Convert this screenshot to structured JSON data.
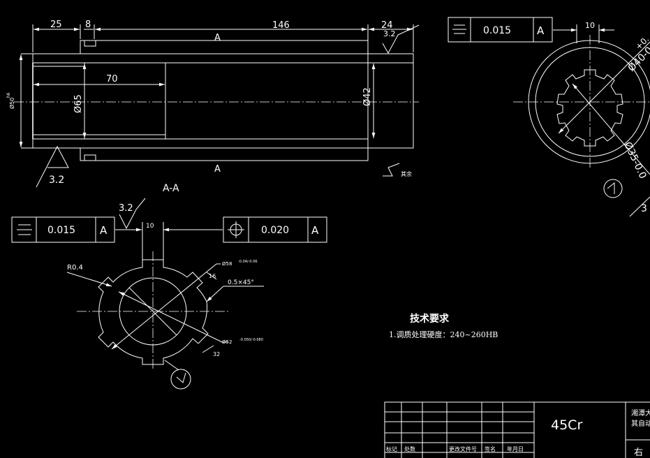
{
  "drawing": {
    "dims": {
      "d25": "25",
      "d8": "8",
      "d146": "146",
      "d24": "24",
      "d70": "70",
      "dia65": "Ø65",
      "dia42": "Ø42",
      "dia50": "Ø50",
      "dia50_tol": "h6",
      "d10_section": "10",
      "d10_right": "10",
      "r04": "R0.4",
      "chamfer": "0.5×45°",
      "dia58": "Ø58",
      "dia58_tol": "-0.04/-0.06",
      "dia52": "Ø52",
      "dia52_tol": "-0.050/-0.080",
      "d16": "16",
      "d32": "32",
      "right_dia40": "Ø40-0",
      "right_plus": "+0.",
      "right_dia35": "Ø35-0.0",
      "right_3": "3"
    },
    "labels": {
      "section_a_top": "A",
      "section_a_bottom": "A",
      "section_title": "A-A",
      "roughness_left": "3.2",
      "roughness_top_right": "3.2",
      "roughness_section": "3.2",
      "other_surfaces": "其余"
    },
    "tolerance_frames": {
      "top_right": {
        "symbol": "symmetry",
        "value": "0.015",
        "datum": "A"
      },
      "section_left": {
        "symbol": "symmetry",
        "value": "0.015",
        "datum": "A"
      },
      "section_right": {
        "symbol": "position",
        "value": "0.020",
        "datum": "A"
      }
    },
    "tech_requirements": {
      "title": "技术要求",
      "item1": "1.调质处理硬度：240~260HB"
    },
    "title_block": {
      "material": "45Cr",
      "header_cells": [
        "标记",
        "处数",
        "更改文件号",
        "签名",
        "年月日"
      ],
      "org_line1": "湘潭大",
      "org_line2": "其自动",
      "bottom_fragment": "右"
    }
  }
}
